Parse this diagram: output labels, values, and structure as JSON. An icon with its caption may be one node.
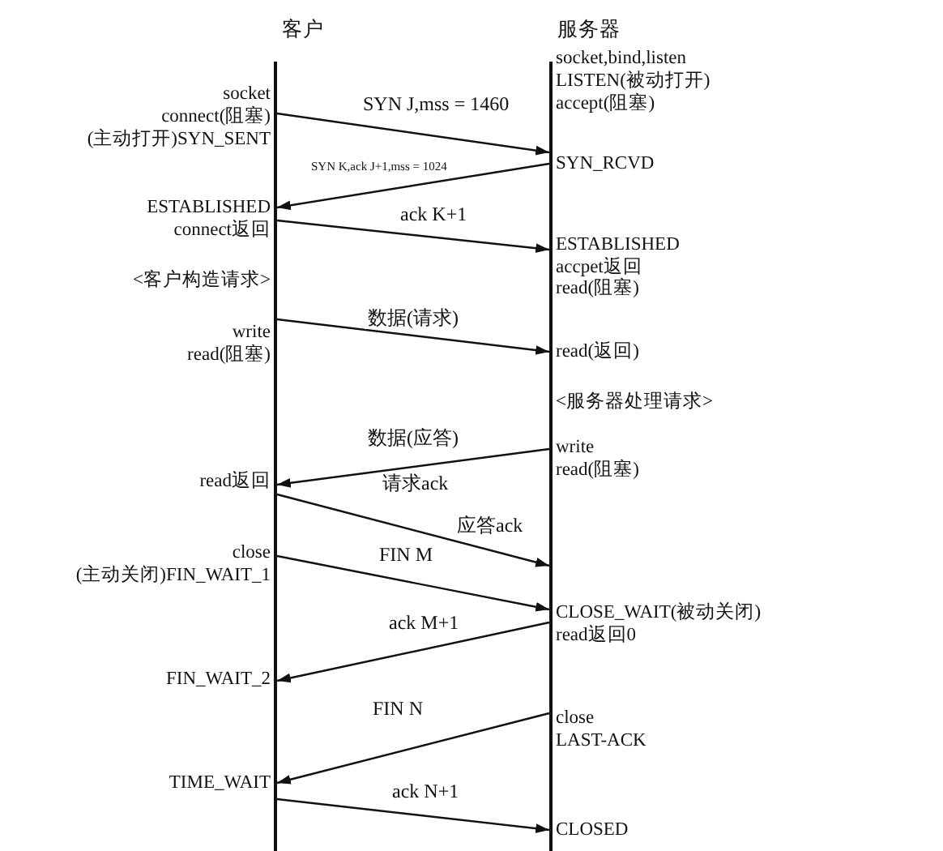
{
  "diagram": {
    "nodes": [
      {
        "text": [],
        "shape": "bar",
        "beside": [
          "客户",
          "socket",
          "connect(阻塞)",
          "(主动打开)SYN_SENT",
          "ESTABLISHED",
          "connect返回",
          "<客户构造请求>",
          "write",
          "read(阻塞)",
          "read返回",
          "close",
          "(主动关闭)FIN_WAIT_1",
          "FIN_WAIT_2",
          "TIME_WAIT"
        ]
      },
      {
        "text": [],
        "shape": "bar",
        "beside": [
          "服务器",
          "socket,bind,listen",
          "LISTEN(被动打开)",
          "accept(阻塞)",
          "SYN_RCVD",
          "ESTABLISHED",
          "accpet返回",
          "read(阻塞)",
          "read(返回)",
          "<服务器处理请求>",
          "write",
          "read(阻塞)",
          "CLOSE_WAIT(被动关闭)",
          "read返回0",
          "close",
          "LAST-ACK",
          "CLOSED"
        ]
      }
    ],
    "edges": [
      {
        "from": 0,
        "to": 1,
        "arrow": "to",
        "label": "SYN J,mss = 1460"
      },
      {
        "from": 1,
        "to": 0,
        "arrow": "to",
        "label": "SYN K,ack J+1,mss = 1024"
      },
      {
        "from": 0,
        "to": 1,
        "arrow": "to",
        "label": "ack K+1"
      },
      {
        "from": 0,
        "to": 1,
        "arrow": "to",
        "label": "数据(请求)"
      },
      {
        "from": 1,
        "to": 0,
        "arrow": "to",
        "label": "数据(应答)"
      },
      {
        "from": 0,
        "to": 1,
        "arrow": "to",
        "label": "应答ack"
      },
      {
        "from": 0,
        "to": 1,
        "arrow": "to",
        "label": "FIN M"
      },
      {
        "from": 1,
        "to": 0,
        "arrow": "to",
        "label": "ack M+1"
      },
      {
        "from": 1,
        "to": 0,
        "arrow": "to",
        "label": "FIN N"
      },
      {
        "from": 0,
        "to": 1,
        "arrow": "to",
        "label": "ack N+1"
      }
    ],
    "labels": [
      "请求ack"
    ]
  }
}
